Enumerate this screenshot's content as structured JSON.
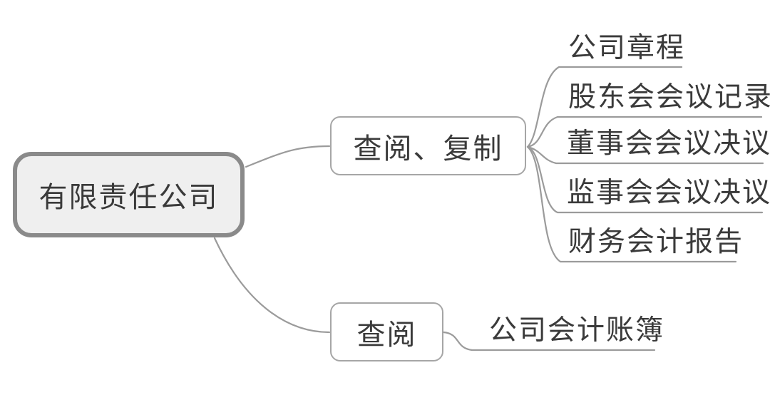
{
  "diagram": {
    "type": "mindmap",
    "root": {
      "label": "有限责任公司"
    },
    "branches": [
      {
        "label": "查阅、复制",
        "children": [
          {
            "label": "公司章程"
          },
          {
            "label": "股东会会议记录"
          },
          {
            "label": "董事会会议决议"
          },
          {
            "label": "监事会会议决议"
          },
          {
            "label": "财务会计报告"
          }
        ]
      },
      {
        "label": "查阅",
        "children": [
          {
            "label": "公司会计账簿"
          }
        ]
      }
    ],
    "colors": {
      "background": "#ffffff",
      "root_fill": "#efefef",
      "root_border": "#8a8a8a",
      "node_fill": "#ffffff",
      "node_border": "#a6a6a6",
      "connector_line": "#9b9b9b",
      "text": "#3a3a3a"
    }
  }
}
